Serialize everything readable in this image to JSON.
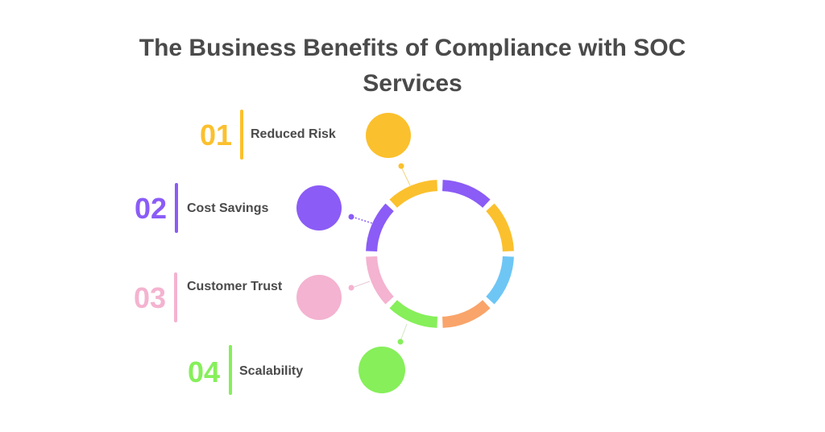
{
  "title": "The Business Benefits of Compliance with SOC Services",
  "title_line1": "The Business Benefits of Compliance with SOC",
  "title_line2": "Services",
  "items": [
    {
      "number": "01",
      "label": "Reduced Risk",
      "color": "#fbc02d"
    },
    {
      "number": "02",
      "label": "Cost Savings",
      "color": "#8b5cf6"
    },
    {
      "number": "03",
      "label": "Customer Trust",
      "color": "#f4b3d0"
    },
    {
      "number": "04",
      "label": "Scalability",
      "color": "#86ef5a"
    }
  ],
  "ring_segment_colors": [
    "#8b5cf6",
    "#fbc02d",
    "#6ec6f5",
    "#f9a46a",
    "#86ef5a",
    "#f4b3d0",
    "#8b5cf6",
    "#fbc02d"
  ]
}
